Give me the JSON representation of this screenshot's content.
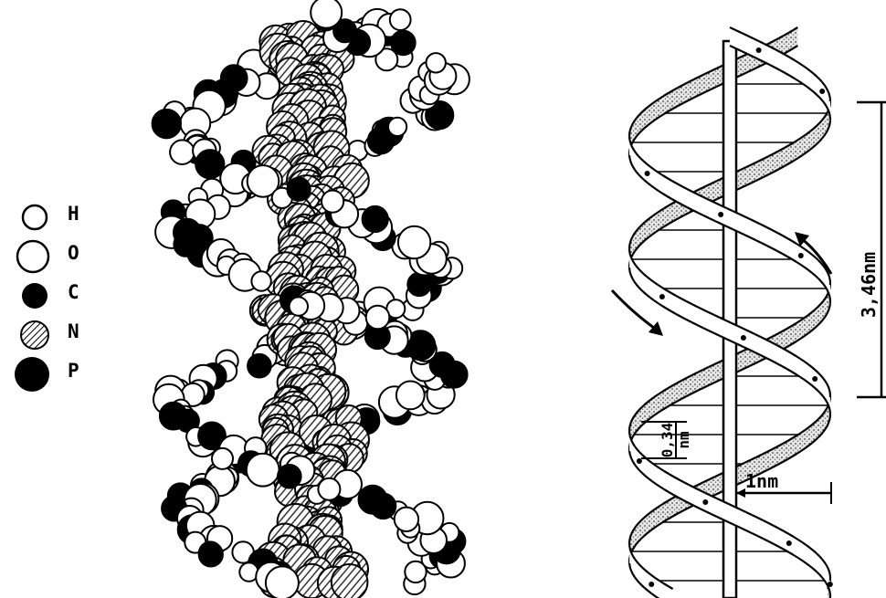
{
  "legend": [
    {
      "symbol": "H",
      "style": "open-small"
    },
    {
      "symbol": "O",
      "style": "open-large"
    },
    {
      "symbol": "C",
      "style": "solid-black"
    },
    {
      "symbol": "N",
      "style": "hatched"
    },
    {
      "symbol": "P",
      "style": "solid-black-large"
    }
  ],
  "helix": {
    "pitch_label": "3,46nm",
    "rise_label_top": "0,34",
    "rise_label_bottom": "nm",
    "radius_label": "1nm"
  },
  "colors": {
    "ink": "#000000",
    "paper": "#ffffff",
    "hatch": "#555555",
    "ribbon_shade": "#bdbdbd"
  }
}
